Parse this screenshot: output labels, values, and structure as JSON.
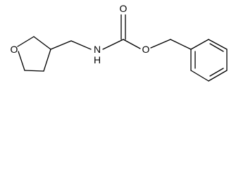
{
  "molecule": {
    "atoms": {
      "ring_oxygen": "O",
      "amine_nitrogen": "N",
      "amine_hydrogen": "H",
      "carbonyl_oxygen": "O",
      "ester_oxygen": "O"
    },
    "colors": {
      "bond": "#000000",
      "label": "#000000",
      "background": "#ffffff"
    }
  }
}
